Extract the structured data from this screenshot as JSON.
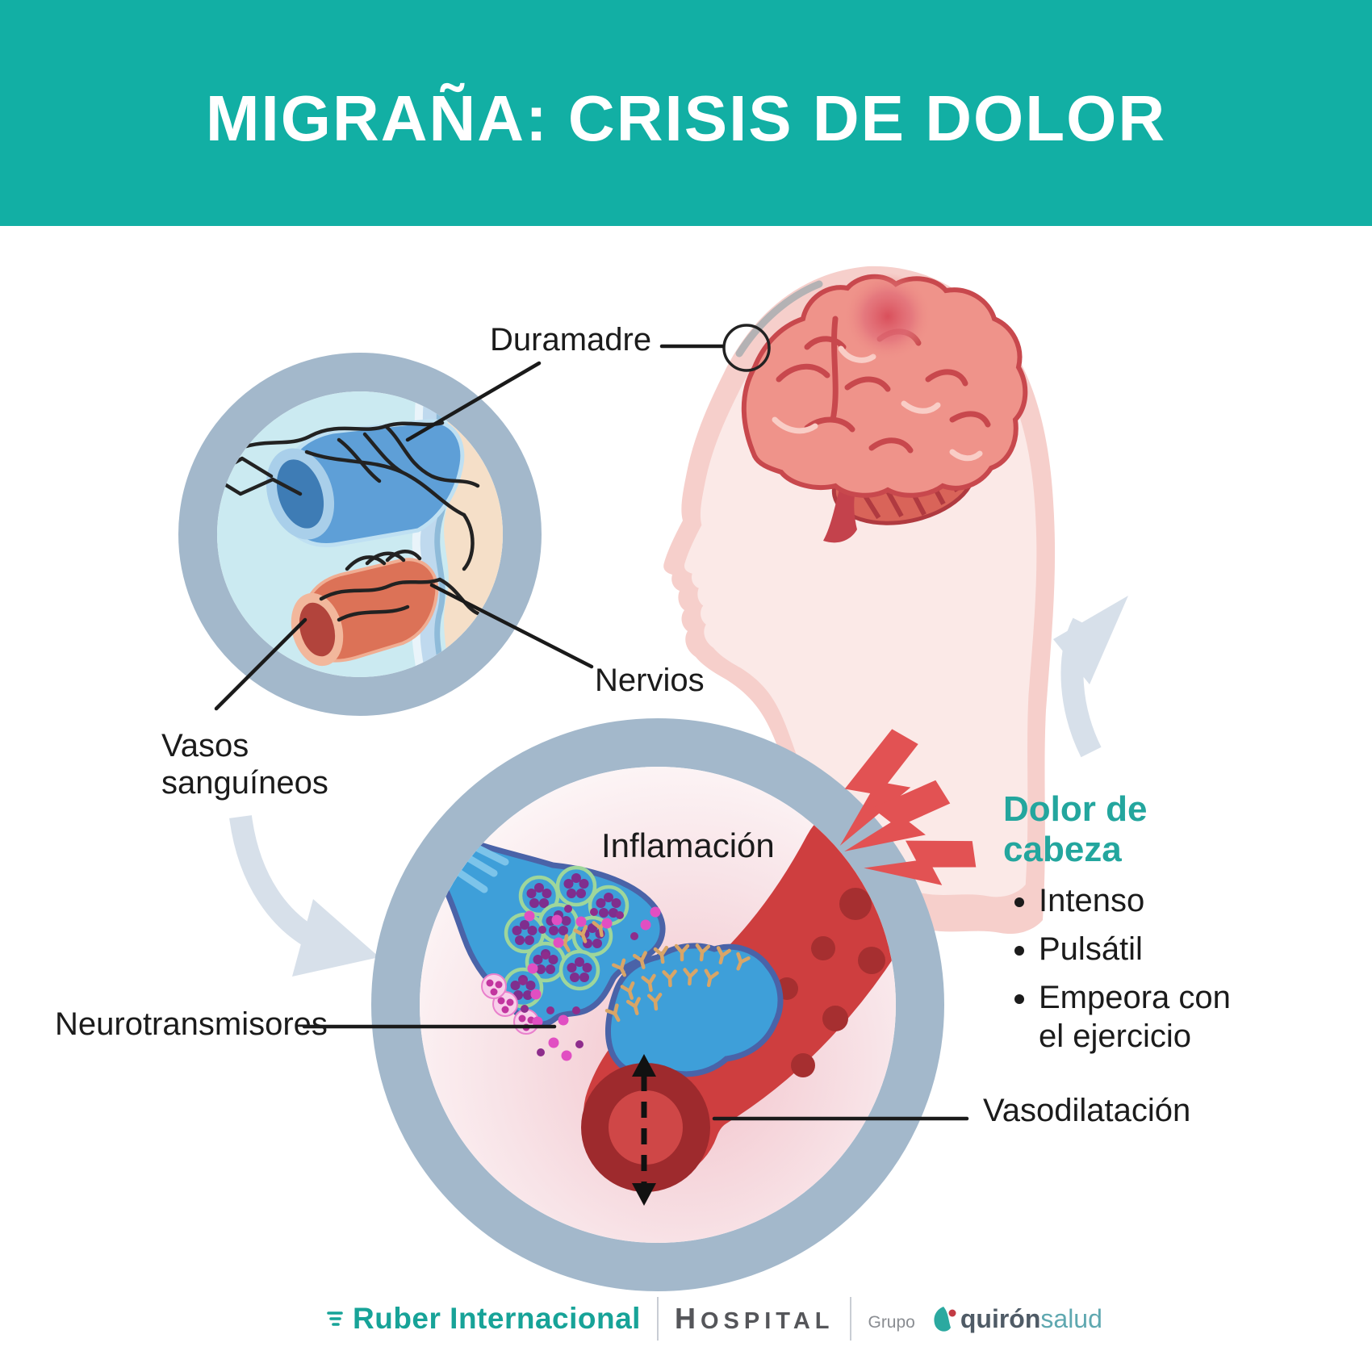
{
  "header": {
    "title": "MIGRAÑA: CRISIS DE DOLOR"
  },
  "anatomy_labels": {
    "duramadre": "Duramadre",
    "nervios": "Nervios",
    "vasos_sanguineos": "Vasos sanguíneos",
    "inflamacion": "Inflamación",
    "neurotransmisores": "Neurotransmisores",
    "vasodilatacion": "Vasodilatación"
  },
  "symptoms": {
    "heading": "Dolor de cabeza",
    "items": [
      "Intenso",
      "Pulsátil",
      "Empeora con el ejercicio"
    ]
  },
  "footer": {
    "hospital_name": "Ruber Internacional",
    "hospital_word": "HOSPITAL",
    "group_label": "Grupo",
    "group_name_bold": "quirón",
    "group_name_light": "salud"
  },
  "colors": {
    "header_teal": "#12AFA4",
    "symptoms_teal": "#23A69E",
    "ring_blue": "#A3B8CB",
    "bolt_red": "#E25253",
    "footer_teal": "#17A398"
  }
}
